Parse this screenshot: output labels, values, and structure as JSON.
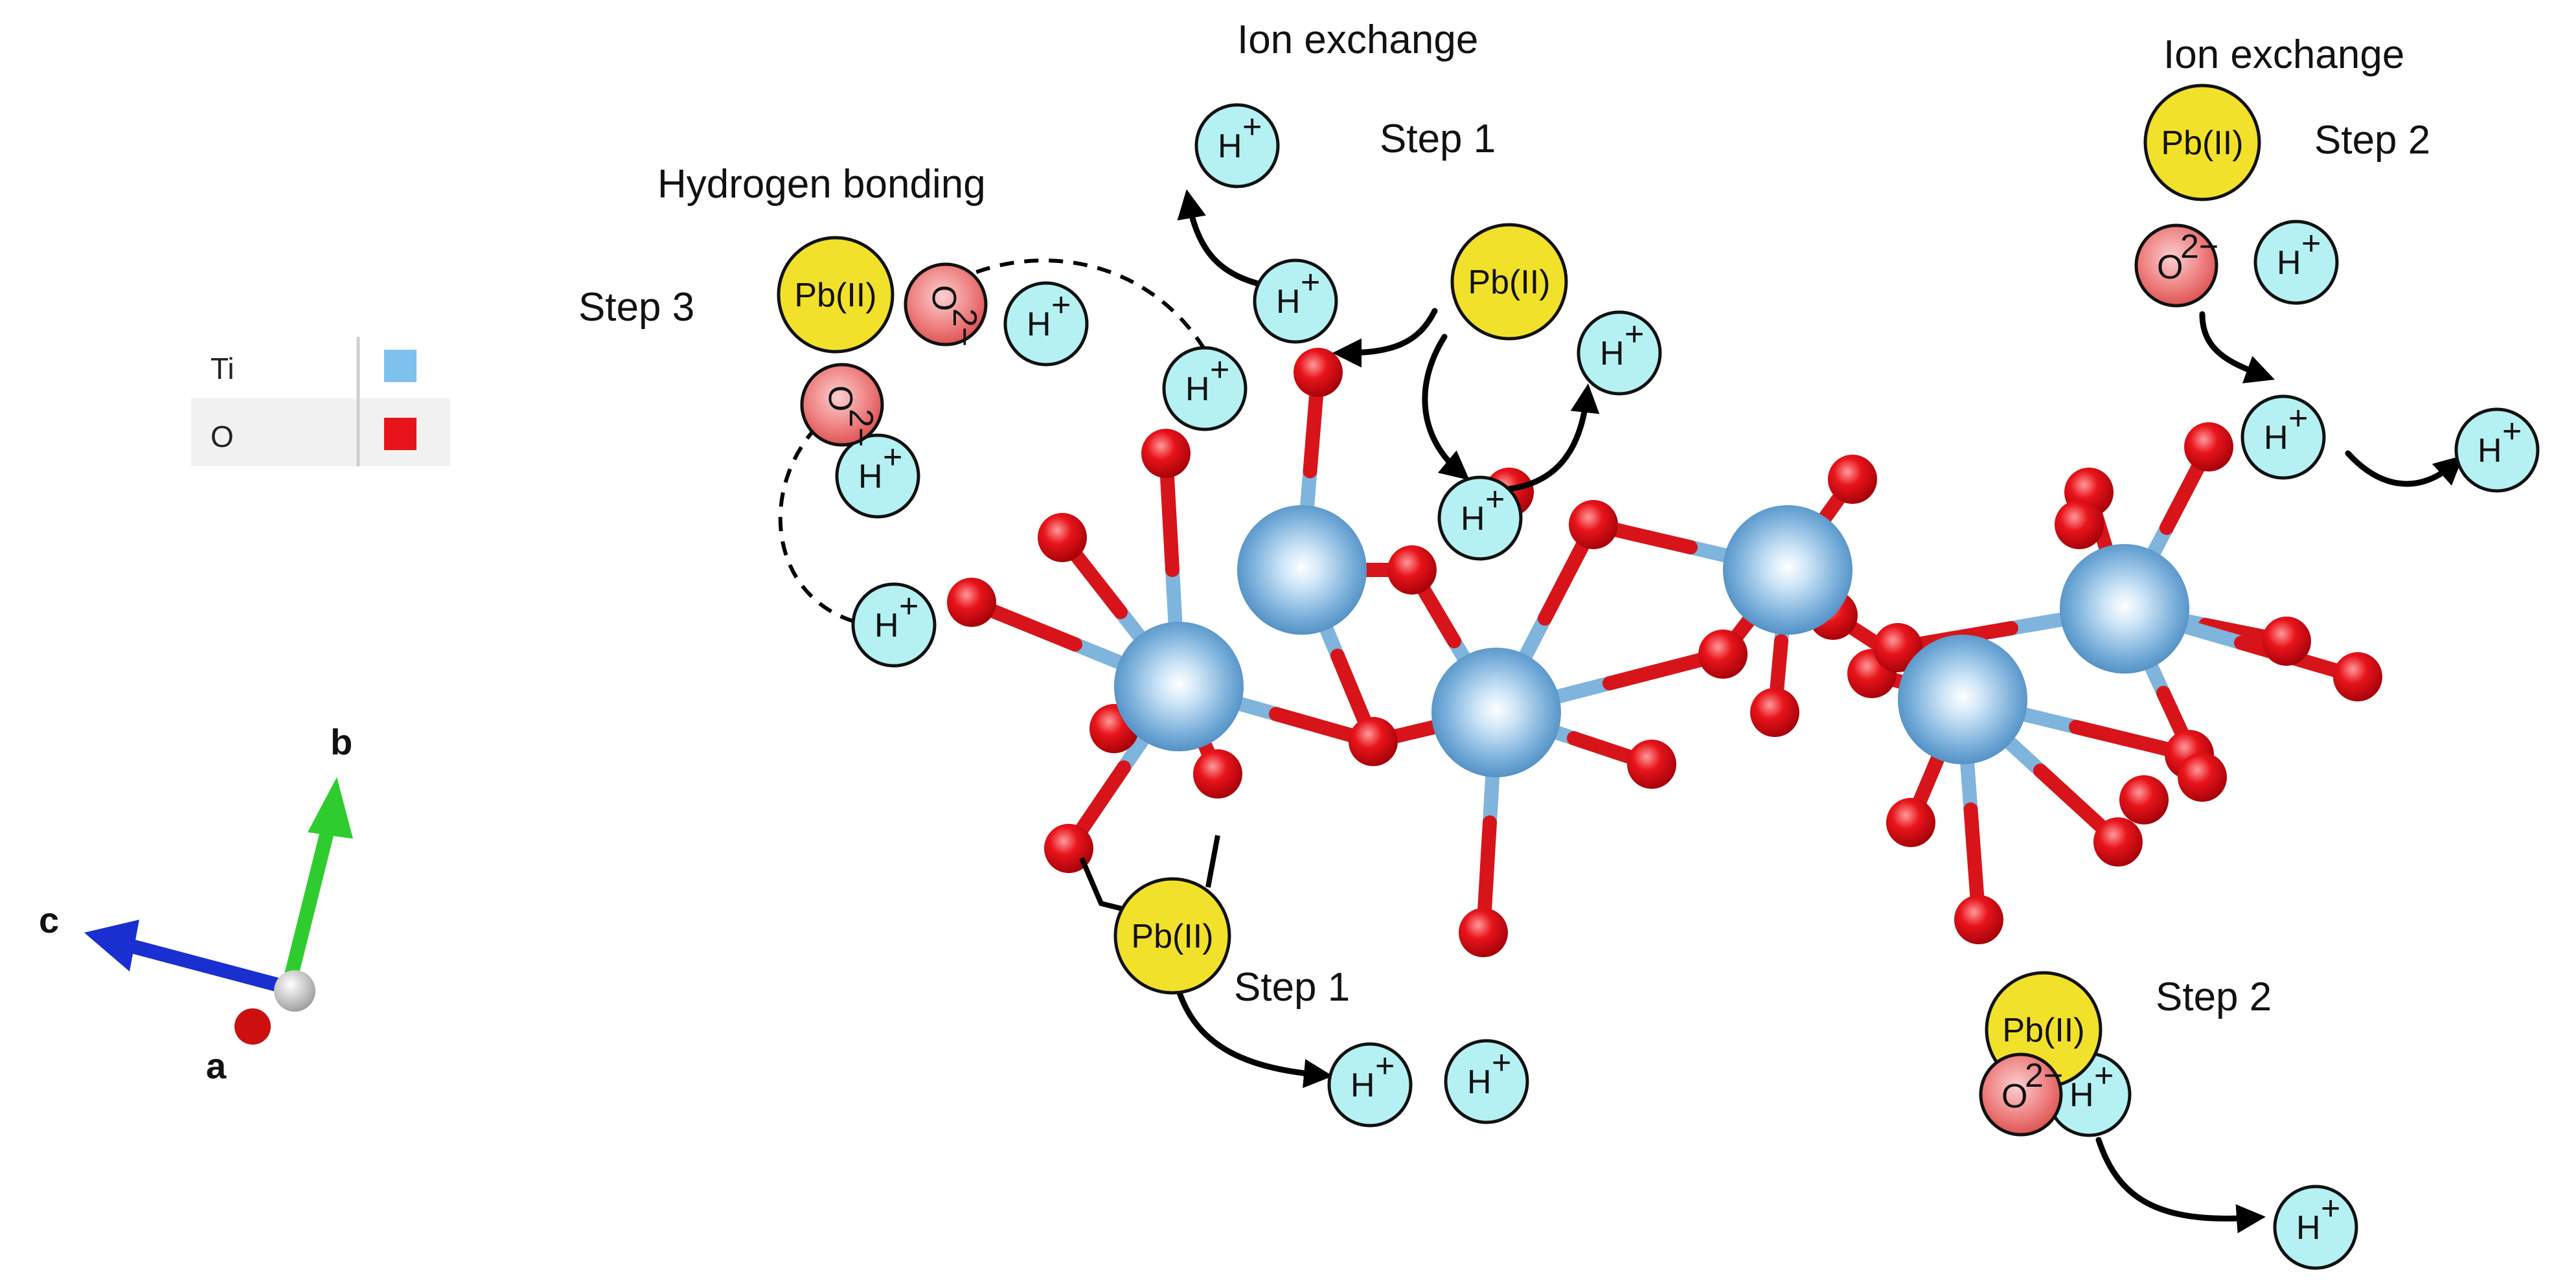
{
  "labels": {
    "ion_exchange_1": "Ion exchange",
    "ion_exchange_2": "Ion exchange",
    "hydrogen_bonding": "Hydrogen bonding",
    "step1_top": "Step 1",
    "step2_top": "Step 2",
    "step3": "Step 3",
    "step1_bottom": "Step 1",
    "step2_bottom": "Step 2"
  },
  "legend": {
    "items": [
      {
        "label": "Ti",
        "color": "#7ec0ee"
      },
      {
        "label": "O",
        "color": "#e8141b"
      }
    ]
  },
  "axes": {
    "a": "a",
    "b": "b",
    "c": "c"
  },
  "ions": {
    "h": "H",
    "h_charge": "+",
    "pb": "Pb(II)",
    "o": "O",
    "o_charge": "2−"
  },
  "colors": {
    "ti": "#7ec0ee",
    "o": "#e8141b",
    "h_fill": "#b5f1f3",
    "pb_fill": "#f2e12a",
    "o_ion_fill": "#f08c8c",
    "axis_b": "#2ecc2e",
    "axis_c": "#1a2fd0",
    "axis_a": "#cc1010"
  }
}
